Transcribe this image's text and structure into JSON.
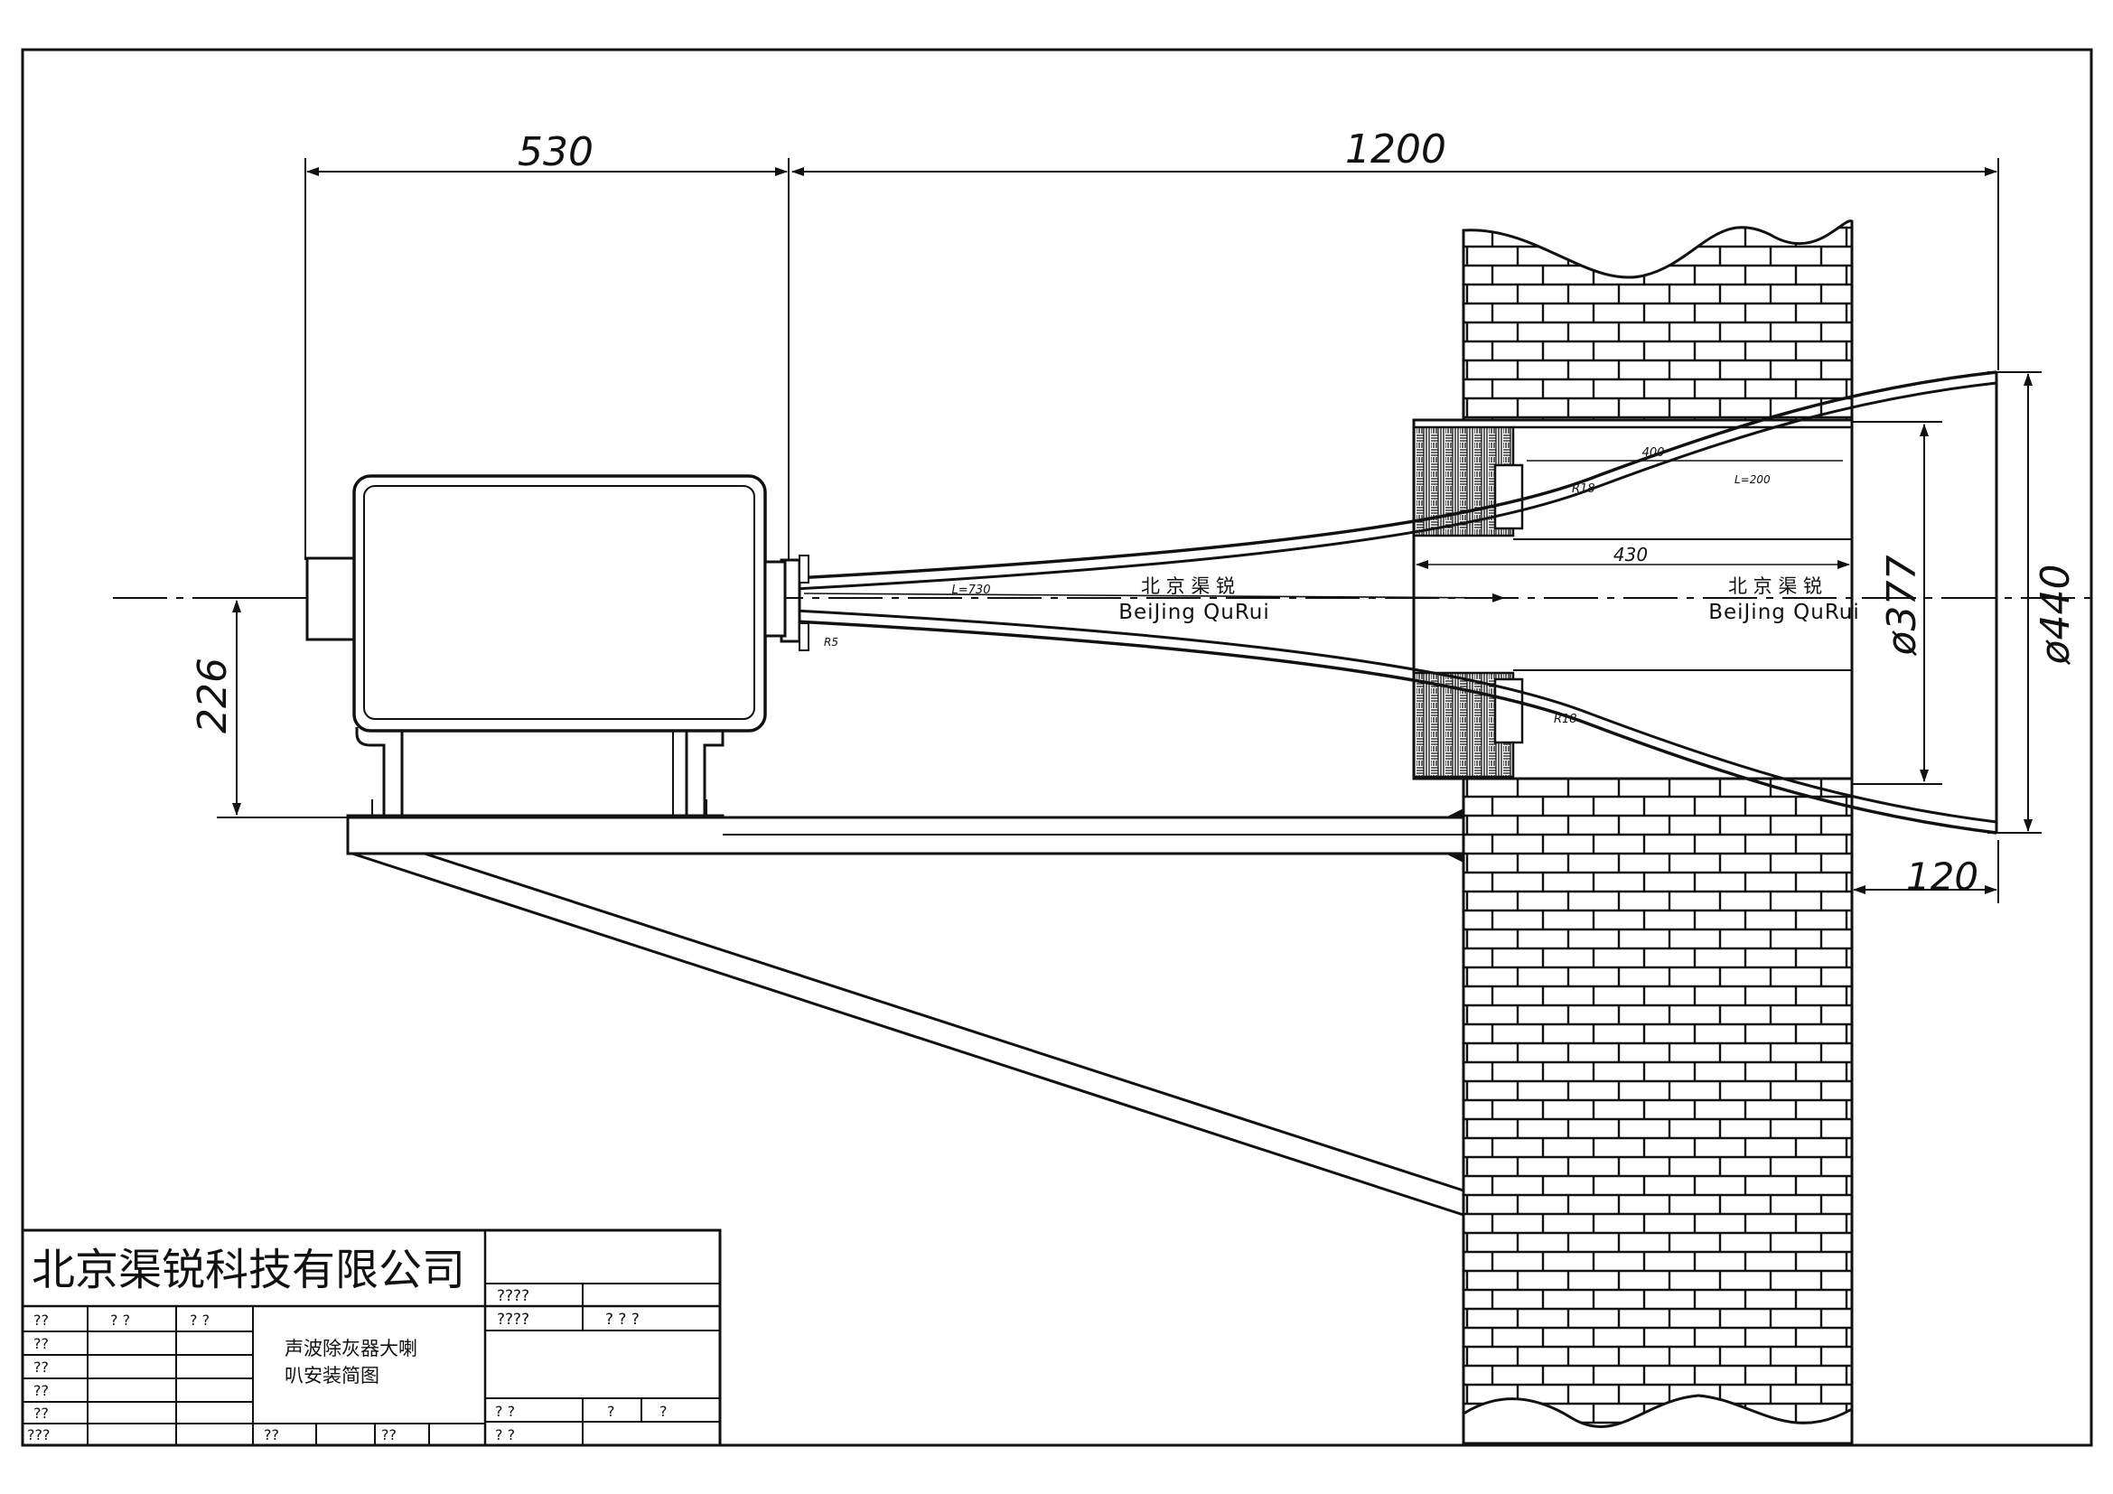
{
  "dimensions": {
    "d530": "530",
    "d1200": "1200",
    "d226": "226",
    "d377": "ø377",
    "d440": "ø440",
    "d120": "120",
    "d430": "430",
    "d400": "400",
    "l730": "L=730",
    "r18_top": "R18",
    "r18_bottom": "R18",
    "r5": "R5",
    "l200": "L=200"
  },
  "labels": {
    "brand_cn_1": "北 京 渠 锐",
    "brand_en_1": "BeiJing QuRui",
    "brand_cn_2": "北 京 渠 锐",
    "brand_en_2": "BeiJing QuRui"
  },
  "title_block": {
    "company": "北京渠锐科技有限公司",
    "title_line1": "声波除灰器大喇",
    "title_line2": "叭安装简图",
    "r1": "????",
    "r2": "????",
    "r2b": "?   ?   ?",
    "left_rows": [
      "??",
      "??",
      "??",
      "??",
      "??",
      "???"
    ],
    "head_c2": "?   ?",
    "head_c3": "?   ?",
    "b1": "??",
    "b2": "??",
    "b3": "?   ?",
    "r3a": "?   ?",
    "r3b": "?",
    "r3c": "?"
  },
  "colors": {
    "line": "#111111",
    "background": "#ffffff"
  }
}
